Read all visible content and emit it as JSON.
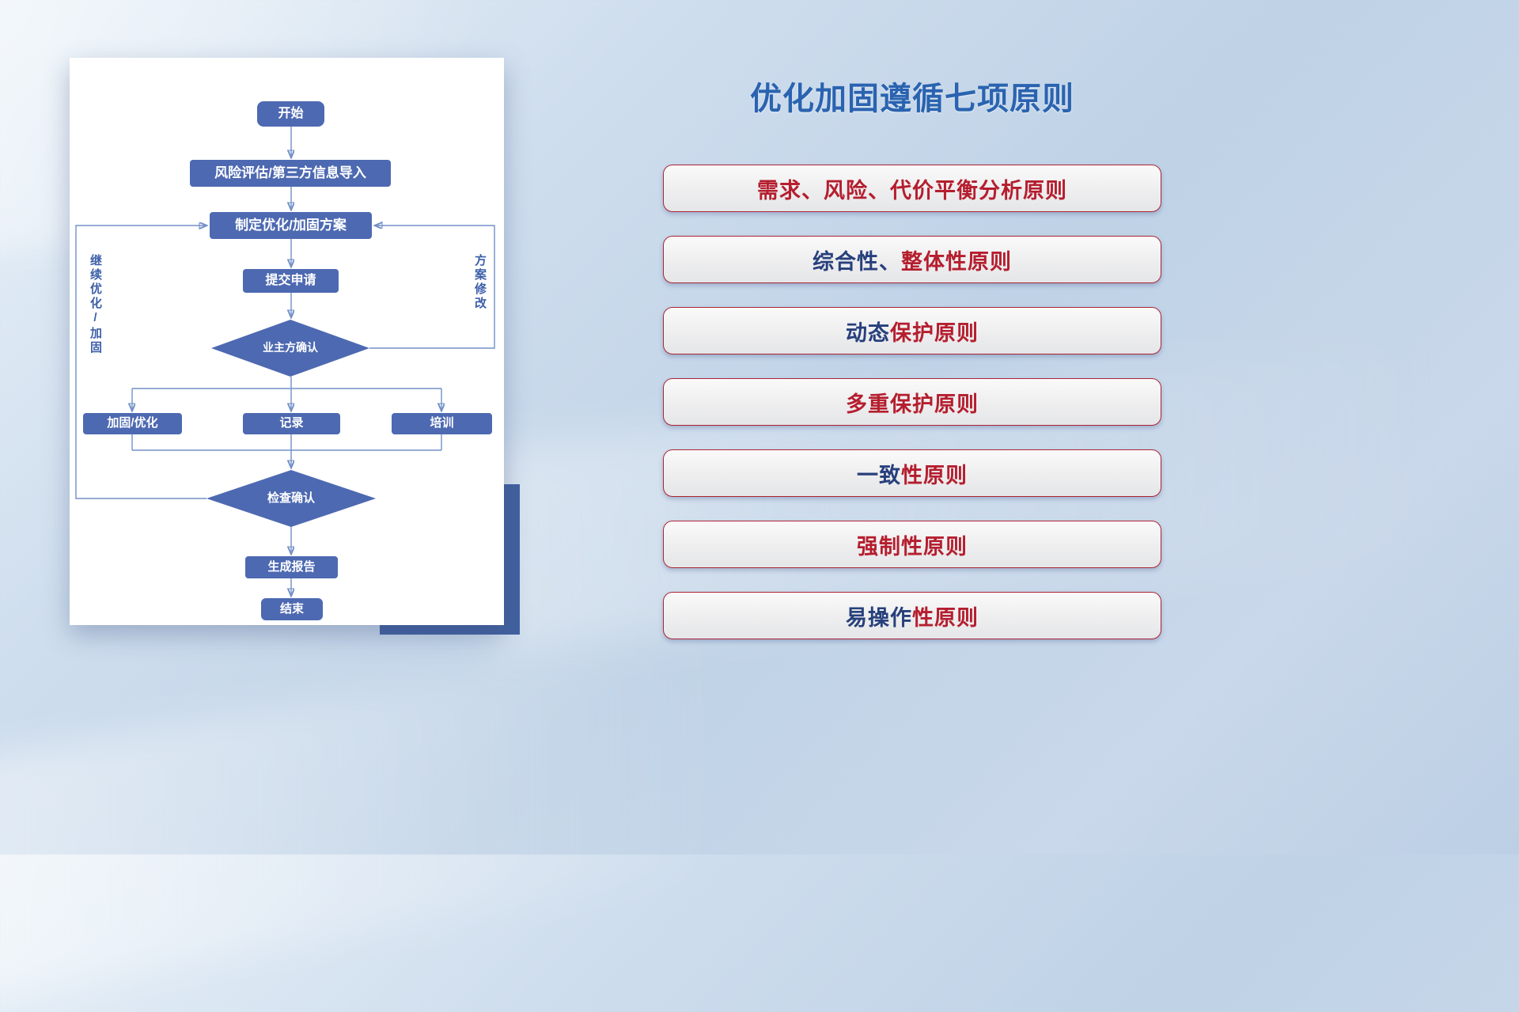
{
  "slide": {
    "title": "优化加固遵循七项原则"
  },
  "flowchart": {
    "nodes": {
      "start": "开始",
      "risk_import": "风险评估/第三方信息导入",
      "make_plan": "制定优化/加固方案",
      "submit": "提交申请",
      "owner_confirm": "业主方确认",
      "reinforce": "加固/优化",
      "record": "记录",
      "training": "培训",
      "check_confirm": "检查确认",
      "report": "生成报告",
      "end": "结束"
    },
    "loop_labels": {
      "left": "继续优化/加固",
      "right": "方案修改"
    }
  },
  "principles": [
    {
      "blue": "",
      "red": "需求、风险、代价平衡分析原则"
    },
    {
      "blue": "综合性、",
      "red": "整体性原则"
    },
    {
      "blue": "动态",
      "red": "保护原则"
    },
    {
      "blue": "",
      "red": "多重保护原则"
    },
    {
      "blue": "一致",
      "red": "性原则"
    },
    {
      "blue": "",
      "red": "强制性原则"
    },
    {
      "blue": "易操作",
      "red": "性原则"
    }
  ],
  "colors": {
    "title_blue": "#2a63b0",
    "node_blue": "#4d69b1",
    "connector_blue": "#7290c7",
    "principle_red": "#b51e2e",
    "principle_navy": "#27407c",
    "pill_border": "#a92432"
  }
}
